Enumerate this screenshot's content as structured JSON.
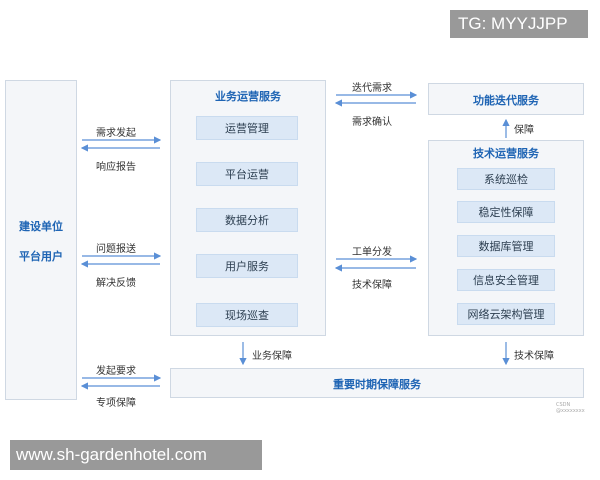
{
  "watermark_top": "TG: MYYJJPP",
  "watermark_bottom": "www.sh-gardenhotel.com",
  "left_box": {
    "line1": "建设单位",
    "line2": "平台用户"
  },
  "business_service": {
    "title": "业务运营服务",
    "items": [
      "运营管理",
      "平台运营",
      "数据分析",
      "用户服务",
      "现场巡查"
    ]
  },
  "feature_service": {
    "title": "功能迭代服务"
  },
  "tech_service": {
    "title": "技术运营服务",
    "items": [
      "系统巡检",
      "稳定性保障",
      "数据库管理",
      "信息安全管理",
      "网络云架构管理"
    ]
  },
  "critical_service": {
    "title": "重要时期保障服务"
  },
  "flows": {
    "demand_start": "需求发起",
    "response_report": "响应报告",
    "issue_report": "问题报送",
    "resolve_feedback": "解决反馈",
    "request_start": "发起要求",
    "special_support": "专项保障",
    "iterate_demand": "迭代需求",
    "demand_confirm": "需求确认",
    "ticket_dispatch": "工单分发",
    "tech_support_mid": "技术保障",
    "support_up": "保障",
    "business_support": "业务保障",
    "tech_support_down": "技术保障"
  },
  "credit": "CSDN @xxxxxxxx"
}
